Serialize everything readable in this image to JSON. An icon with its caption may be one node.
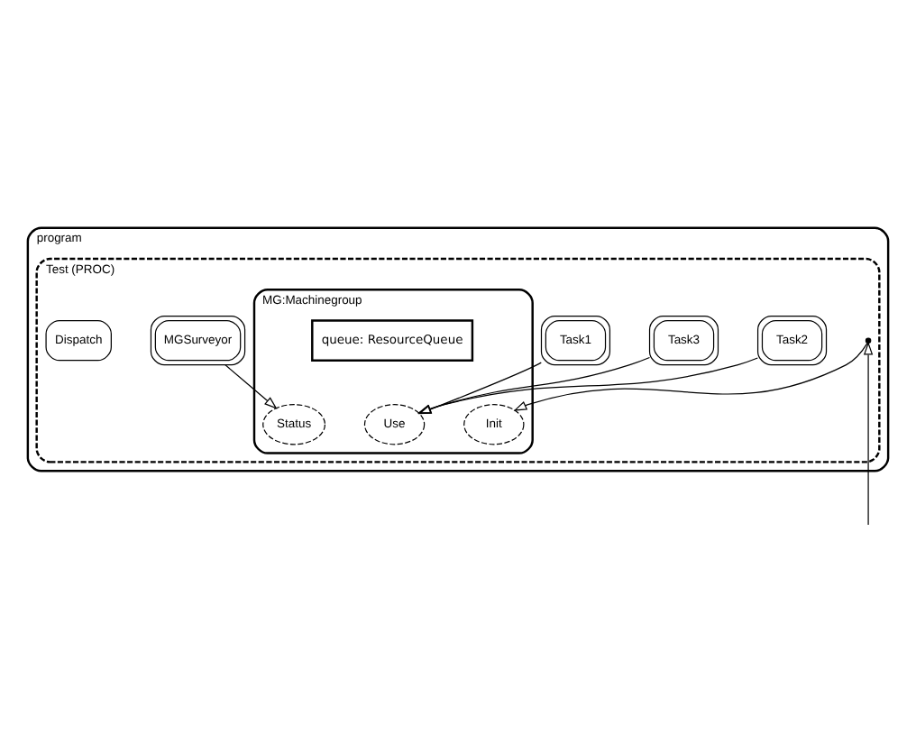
{
  "diagram": {
    "nodes": [
      {
        "text": [
          "program"
        ]
      },
      {
        "text": [
          "Test (PROC)"
        ],
        "in": 0
      },
      {
        "text": [
          "MG:Machinegroup"
        ],
        "in": 1
      },
      {
        "text": [
          "queue: ResourceQueue"
        ],
        "in": 2
      },
      {
        "text": [
          "Init"
        ],
        "in": 2
      },
      {
        "text": [
          "Use"
        ],
        "in": 2
      },
      {
        "text": [
          "Status"
        ],
        "in": 2
      },
      {
        "text": [
          "Task2"
        ],
        "in": 1
      },
      {
        "text": [
          "Task3"
        ],
        "in": 1
      },
      {
        "text": [
          "Task1"
        ],
        "in": 1
      },
      {
        "text": [
          "MGSurveyor"
        ],
        "in": 1
      },
      {
        "text": [
          "Dispatch"
        ],
        "in": 1
      }
    ],
    "edges": [
      {
        "from": 1,
        "to": 4,
        "arrow": "to"
      },
      {
        "from": 7,
        "to": 5,
        "arrow": "to"
      },
      {
        "from": 8,
        "to": 5,
        "arrow": "to"
      },
      {
        "from": 9,
        "to": 5,
        "arrow": "to"
      },
      {
        "from": 10,
        "to": 6,
        "arrow": "to"
      },
      {
        "from": null,
        "to": 1,
        "arrow": "to"
      }
    ]
  }
}
